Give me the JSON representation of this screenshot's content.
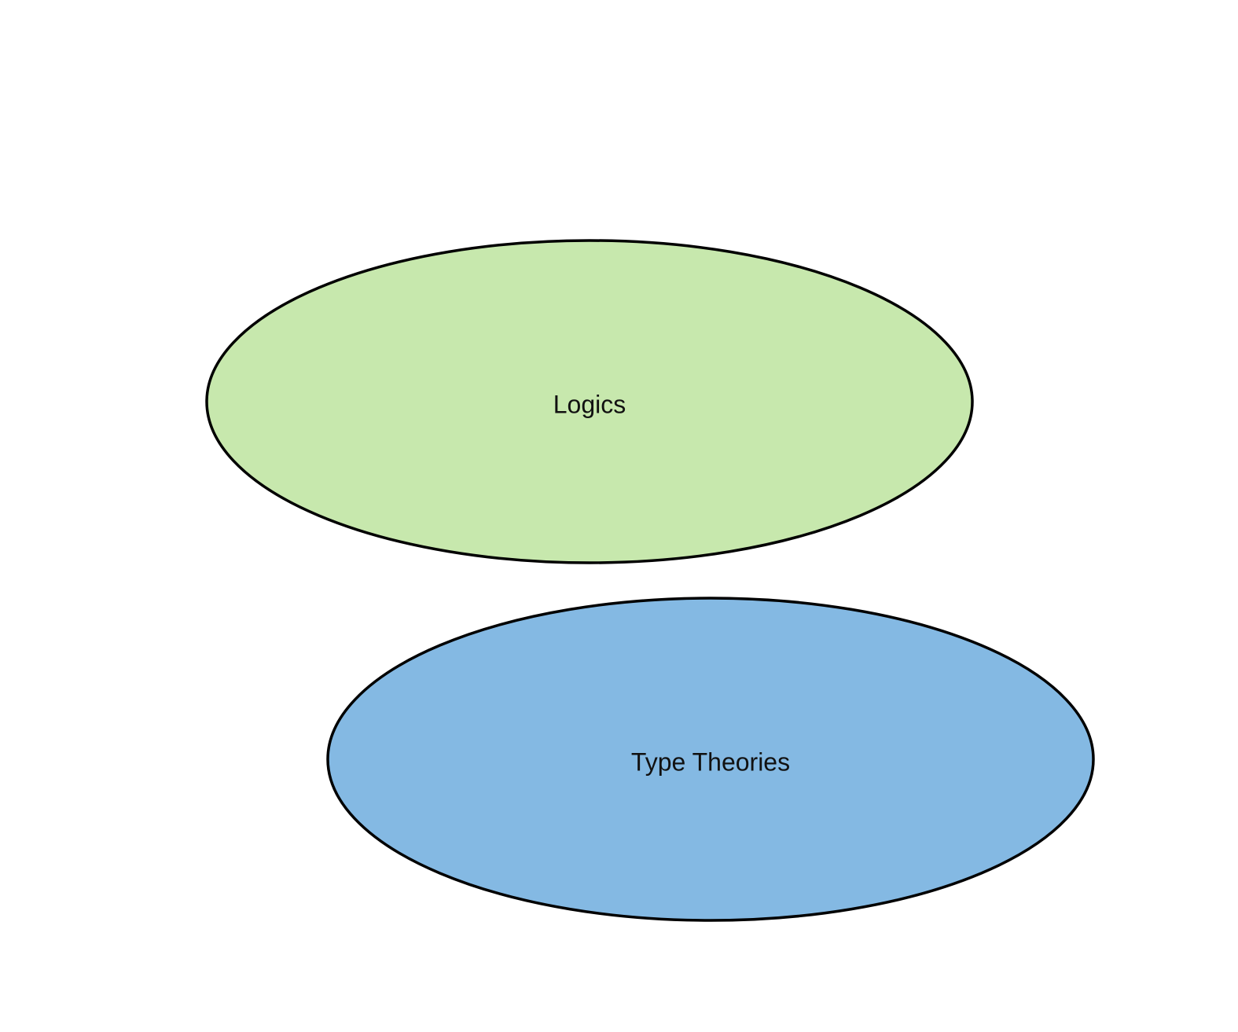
{
  "diagram": {
    "nodes": [
      {
        "id": "logics",
        "label": "Logics",
        "shape": "ellipse",
        "fill": "#c7e8ad"
      },
      {
        "id": "type-theories",
        "label": "Type Theories",
        "shape": "ellipse",
        "fill": "#84b9e3"
      }
    ],
    "stroke_color": "#000000",
    "background": "#ffffff"
  }
}
